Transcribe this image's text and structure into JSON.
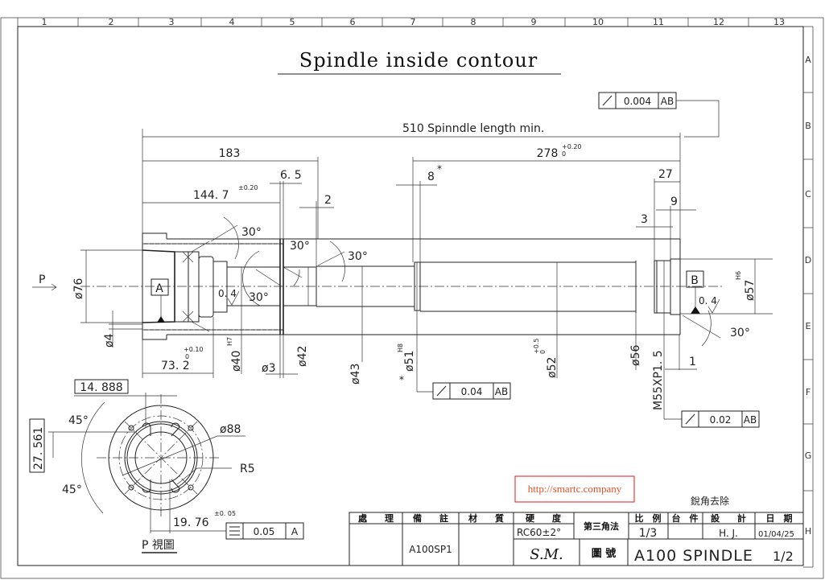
{
  "title": "Spindle inside contour",
  "ruler": {
    "columns": [
      "1",
      "2",
      "3",
      "4",
      "5",
      "6",
      "7",
      "8",
      "9",
      "10",
      "11",
      "12",
      "13"
    ],
    "rows": [
      "A",
      "B",
      "C",
      "D",
      "E",
      "F",
      "G",
      "H"
    ]
  },
  "dimensions": {
    "overall": "510   Spinndle length min.",
    "d183": "183",
    "d278": "278",
    "d278_tol_upper": "+0.20",
    "d278_tol_lower": "0",
    "d144": "144. 7",
    "d144_tol": "±0.20",
    "d6_5": "6. 5",
    "d2": "2",
    "d8": "8",
    "star": "*",
    "d27": "27",
    "d9": "9",
    "d3": "3",
    "d1": "1",
    "d73": "73. 2",
    "d73_tol_upper": "+0.10",
    "d73_tol_lower": "0",
    "dia76": "ø76",
    "dia4": "ø4",
    "dia40": "ø40",
    "dia40_fit": "H7",
    "dia3": "ø3",
    "dia42": "ø42",
    "dia43": "ø43",
    "dia51": "ø51",
    "dia51_fit": "H8",
    "dia52": "ø52",
    "dia52_tol_upper": "+0.5",
    "dia52_tol_lower": "0",
    "dia56": "ø56",
    "thread": "M55XP1. 5",
    "dia57": "ø57",
    "dia57_fit": "H6",
    "angle_30": "30°",
    "roughness": "0. 4",
    "p_arrow": "P"
  },
  "datums": {
    "a": "A",
    "b": "B"
  },
  "tolerance_frames": [
    {
      "symbol": "runout",
      "value": "0.004",
      "datum": "AB"
    },
    {
      "symbol": "runout",
      "value": "0.04",
      "datum": "AB"
    },
    {
      "symbol": "runout",
      "value": "0.02",
      "datum": "AB"
    },
    {
      "symbol": "symmetry",
      "value": "0.05",
      "datum": "A"
    }
  ],
  "p_view": {
    "d14": "14. 888",
    "d27": "27. 561",
    "angle_45": "45°",
    "dia88": "ø88",
    "r5": "R5",
    "d19": "19. 76",
    "d19_tol": "±0. 05",
    "label": "P 視圖"
  },
  "watermark": "http://smartc.company",
  "note": "銳角去除",
  "title_block": {
    "headers": [
      "處　　理",
      "備　　註",
      "材　　質",
      "硬　　度",
      "比　例",
      "台　件",
      "設　　計",
      "日　期"
    ],
    "projection": "第三角法",
    "remark_value": "A100SP1",
    "hardness_value": "RC60±2°",
    "scale_value": "1/3",
    "designer_value": "H. J.",
    "date_value": "01/04/25",
    "company": "S.M.",
    "drawing_no_label": "圖 號",
    "drawing_no": "A100 SPINDLE",
    "sheet": "1/2"
  }
}
